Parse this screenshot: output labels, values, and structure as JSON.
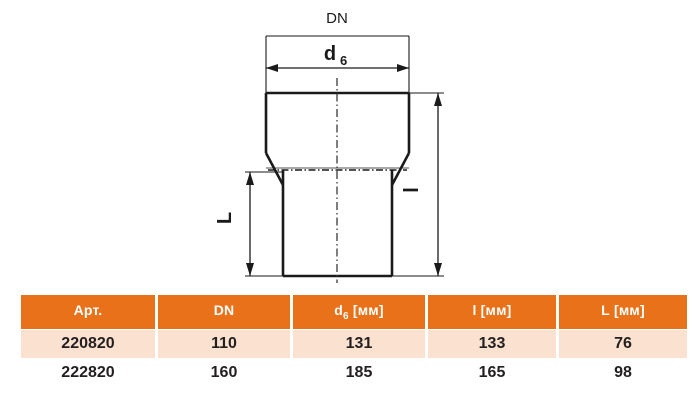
{
  "drawing": {
    "labels": {
      "dn": "DN",
      "d6_letter": "d",
      "d6_subscript": "6",
      "l_small": "l",
      "l_large": "L"
    }
  },
  "table": {
    "colors": {
      "header_bg": "#E8711A",
      "header_text": "#FFFFFF",
      "row_alt_bg": "#FBE2D0",
      "row_bg": "#FFFFFF",
      "cell_text": "#231F20"
    },
    "headers": [
      {
        "text": "Арт.",
        "letter": "Арт.",
        "subscript": "",
        "unit": ""
      },
      {
        "text": "DN",
        "letter": "DN",
        "subscript": "",
        "unit": ""
      },
      {
        "text": "d6 [мм]",
        "letter": "d",
        "subscript": "6",
        "unit": " [мм]"
      },
      {
        "text": "l [мм]",
        "letter": "l",
        "subscript": "",
        "unit": " [мм]"
      },
      {
        "text": "L [мм]",
        "letter": "L",
        "subscript": "",
        "unit": " [мм]"
      }
    ],
    "rows": [
      {
        "art": "220820",
        "dn": "110",
        "d6": "131",
        "l": "133",
        "L": "76"
      },
      {
        "art": "222820",
        "dn": "160",
        "d6": "185",
        "l": "165",
        "L": "98"
      }
    ]
  }
}
